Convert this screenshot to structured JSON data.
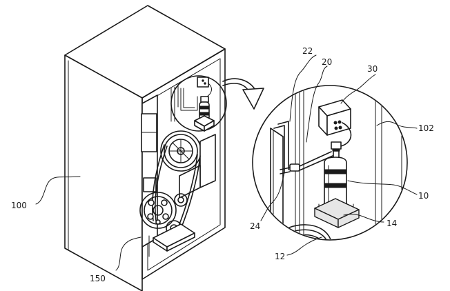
{
  "labels": {
    "l100": "100",
    "l150": "150",
    "l22": "22",
    "l20": "20",
    "l30": "30",
    "l102": "102",
    "l10": "10",
    "l14": "14",
    "l12": "12",
    "l24": "24"
  }
}
